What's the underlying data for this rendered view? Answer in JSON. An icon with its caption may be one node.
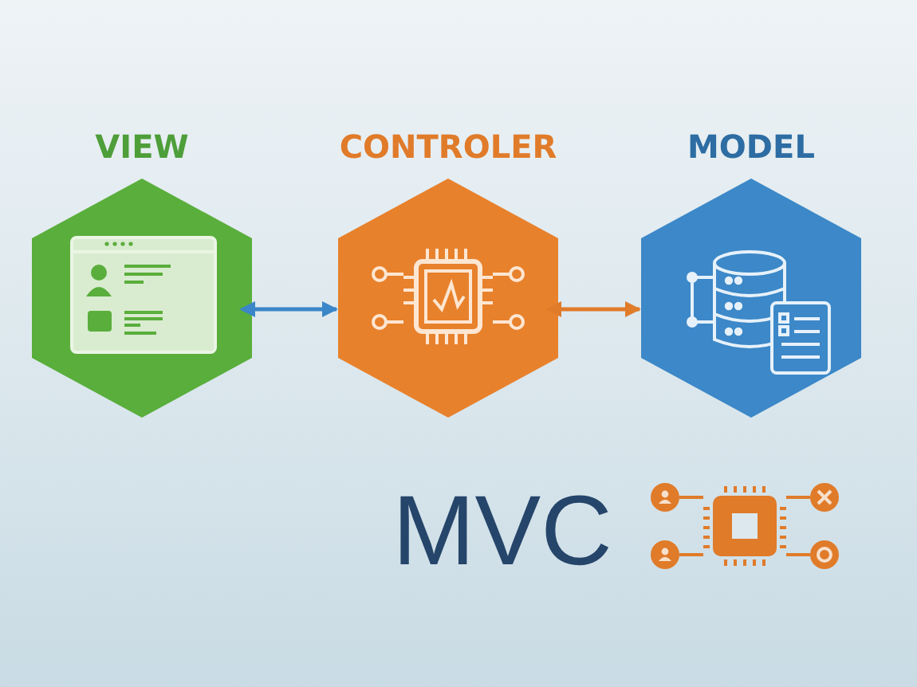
{
  "diagram": {
    "nodes": [
      {
        "text": [
          "VIEW"
        ]
      },
      {
        "text": [
          "CONTROLER"
        ]
      },
      {
        "text": [
          "MODEL"
        ]
      }
    ],
    "edges": [
      {
        "from": 0,
        "to": 1,
        "arrow": "both",
        "color": "#3a86c8"
      },
      {
        "from": 1,
        "to": 2,
        "arrow": "both",
        "color": "#e07b2a"
      }
    ],
    "labels": [
      "MVC"
    ]
  }
}
